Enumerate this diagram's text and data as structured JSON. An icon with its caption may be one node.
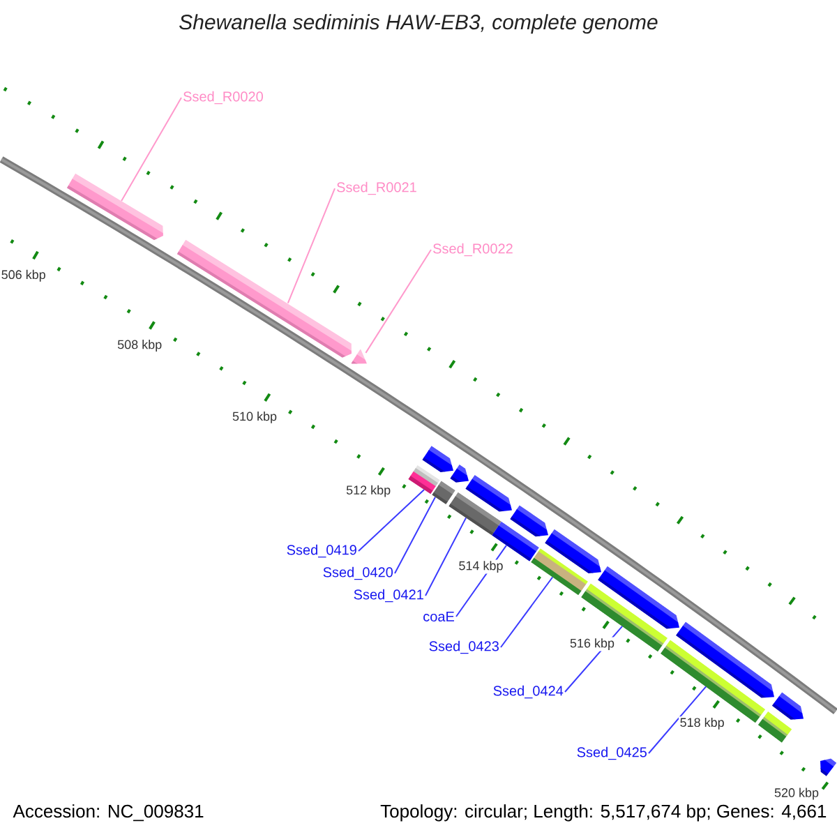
{
  "diagram": {
    "title": "Shewanella sediminis HAW-EB3, complete genome",
    "nodes": [
      {
        "text": [
          "Ssed_R0020"
        ]
      },
      {
        "text": [
          "Ssed_R0021"
        ]
      },
      {
        "text": [
          "Ssed_R0022"
        ]
      },
      {
        "text": [],
        "shape": "arrow"
      },
      {
        "text": [],
        "shape": "arrow"
      },
      {
        "text": [],
        "shape": "arrow"
      },
      {
        "text": [],
        "shape": "arrow"
      },
      {
        "text": [],
        "shape": "arrow"
      },
      {
        "text": [],
        "shape": "arrow"
      },
      {
        "text": [],
        "shape": "arrow"
      },
      {
        "text": [],
        "shape": "arrow"
      },
      {
        "text": [],
        "shape": "arrow"
      },
      {
        "text": [],
        "shape": "arrow"
      },
      {
        "text": [],
        "shape": "arrow"
      },
      {
        "text": [],
        "shape": "bar"
      },
      {
        "text": [],
        "shape": "bar"
      },
      {
        "text": [],
        "shape": "bar"
      },
      {
        "text": [],
        "shape": "bar"
      },
      {
        "text": [],
        "shape": "bar"
      },
      {
        "text": [],
        "shape": "bar"
      },
      {
        "text": [],
        "shape": "bar"
      },
      {
        "text": [],
        "shape": "bar"
      },
      {
        "text": [],
        "shape": "arrow"
      },
      {
        "text": [
          "Ssed_0419"
        ]
      },
      {
        "text": [
          "Ssed_0420"
        ]
      },
      {
        "text": [
          "Ssed_0421"
        ]
      },
      {
        "text": [
          "coaE"
        ]
      },
      {
        "text": [
          "Ssed_0423"
        ]
      },
      {
        "text": [
          "Ssed_0424"
        ]
      },
      {
        "text": [
          "Ssed_0425"
        ]
      }
    ],
    "edges": [
      {
        "from": 0,
        "to": 3,
        "arrow": "none",
        "color": "#ff99cc"
      },
      {
        "from": 1,
        "to": 4,
        "arrow": "none",
        "color": "#ff99cc"
      },
      {
        "from": 2,
        "to": 5,
        "arrow": "none",
        "color": "#ff99cc"
      },
      {
        "from": 23,
        "to": 14,
        "arrow": "none"
      },
      {
        "from": 24,
        "to": 15,
        "arrow": "none"
      },
      {
        "from": 25,
        "to": 16,
        "arrow": "none"
      },
      {
        "from": 26,
        "to": 17,
        "arrow": "none"
      },
      {
        "from": 27,
        "to": 18,
        "arrow": "none"
      },
      {
        "from": 28,
        "to": 19,
        "arrow": "none"
      },
      {
        "from": 29,
        "to": 20,
        "arrow": "none"
      }
    ],
    "labels": [
      "506 kbp",
      "508 kbp",
      "510 kbp",
      "512 kbp",
      "514 kbp",
      "516 kbp",
      "518 kbp",
      "520 kbp",
      "Accession: NC_009831",
      "Topology: circular; Length: 5,517,674 bp; Genes: 4,661"
    ]
  }
}
